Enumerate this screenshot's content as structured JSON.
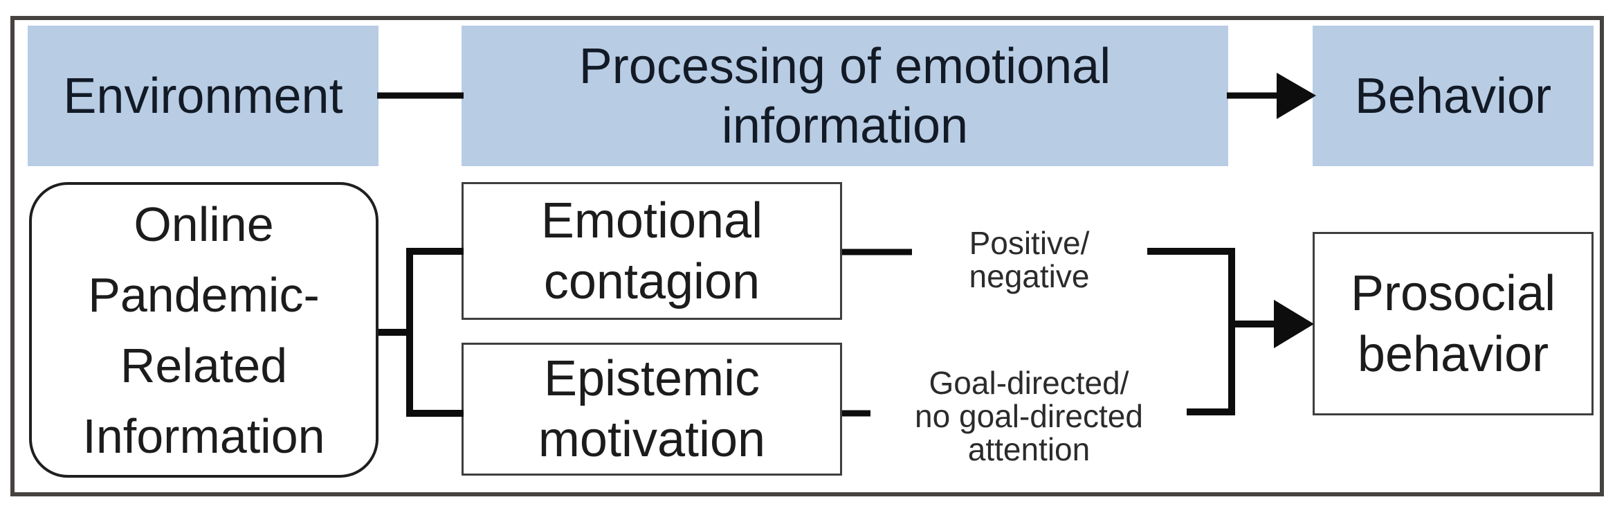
{
  "colors": {
    "blue_box_fill": "#b8cce4",
    "blue_box_text": "#121a26",
    "connector_line": "#0d0d0d",
    "white_box_border": "#3e3e3e",
    "outer_frame": "#454340"
  },
  "top_row": {
    "environment": {
      "label": "Environment"
    },
    "processing": {
      "label": "Processing of emotional\ninformation"
    },
    "behavior": {
      "label": "Behavior"
    }
  },
  "bottom_row": {
    "source": {
      "label": "Online\nPandemic-\nRelated\nInformation"
    },
    "mediators": [
      {
        "label": "Emotional\ncontagion"
      },
      {
        "label": "Epistemic\nmotivation"
      }
    ],
    "moderators": [
      {
        "label": "Positive/\nnegative"
      },
      {
        "label": "Goal-directed/\nno goal-directed\nattention"
      }
    ],
    "outcome": {
      "label": "Prosocial\nbehavior"
    }
  }
}
